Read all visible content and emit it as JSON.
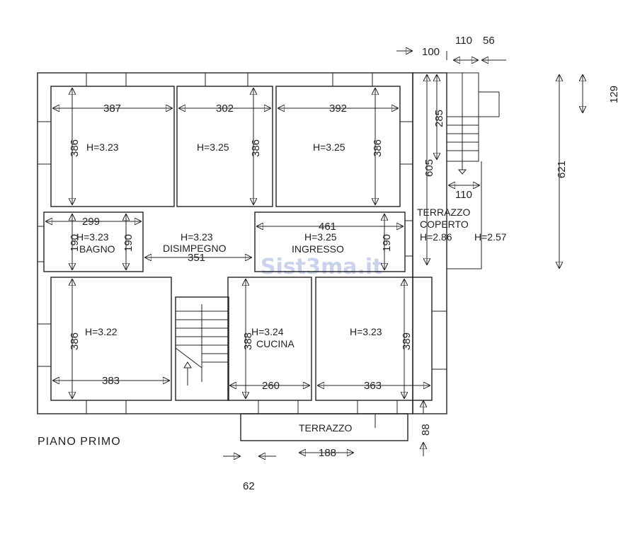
{
  "plan": {
    "title": "PIANO PRIMO",
    "watermark": "Sist3ma.it",
    "rooms": [
      {
        "name": "",
        "height": "H=3.23"
      },
      {
        "name": "",
        "height": "H=3.25"
      },
      {
        "name": "",
        "height": "H=3.25"
      },
      {
        "name": "BAGNO",
        "height": "H=3.23"
      },
      {
        "name": "DISIMPEGNO",
        "height": "H=3.23"
      },
      {
        "name": "INGRESSO",
        "height": "H=3.25"
      },
      {
        "name": "",
        "height": "H=3.22"
      },
      {
        "name": "CUCINA",
        "height": "H=3.24"
      },
      {
        "name": "",
        "height": "H=3.23"
      },
      {
        "name": "TERRAZZO COPERTO",
        "height": "H=2.86"
      },
      {
        "name": "TERRAZZO",
        "height": ""
      }
    ],
    "terrace_line1": "TERRAZZO",
    "terrace_line2": "COPERTO",
    "terrace_height_2": "H=2.57",
    "dimensions": {
      "d387": "387",
      "d302": "302",
      "d392": "392",
      "d386a": "386",
      "d386b": "386",
      "d386c": "386",
      "d299": "299",
      "d190a": "190",
      "d190b": "190",
      "d190c": "190",
      "d461": "461",
      "d351": "351",
      "d386d": "386",
      "d383": "383",
      "d388": "388",
      "d260": "260",
      "d389": "389",
      "d363": "363",
      "d100": "100",
      "d110a": "110",
      "d56": "56",
      "d285": "285",
      "d605": "605",
      "d110b": "110",
      "d621": "621",
      "d129": "129",
      "d88": "88",
      "d188": "188",
      "d62": "62"
    }
  }
}
